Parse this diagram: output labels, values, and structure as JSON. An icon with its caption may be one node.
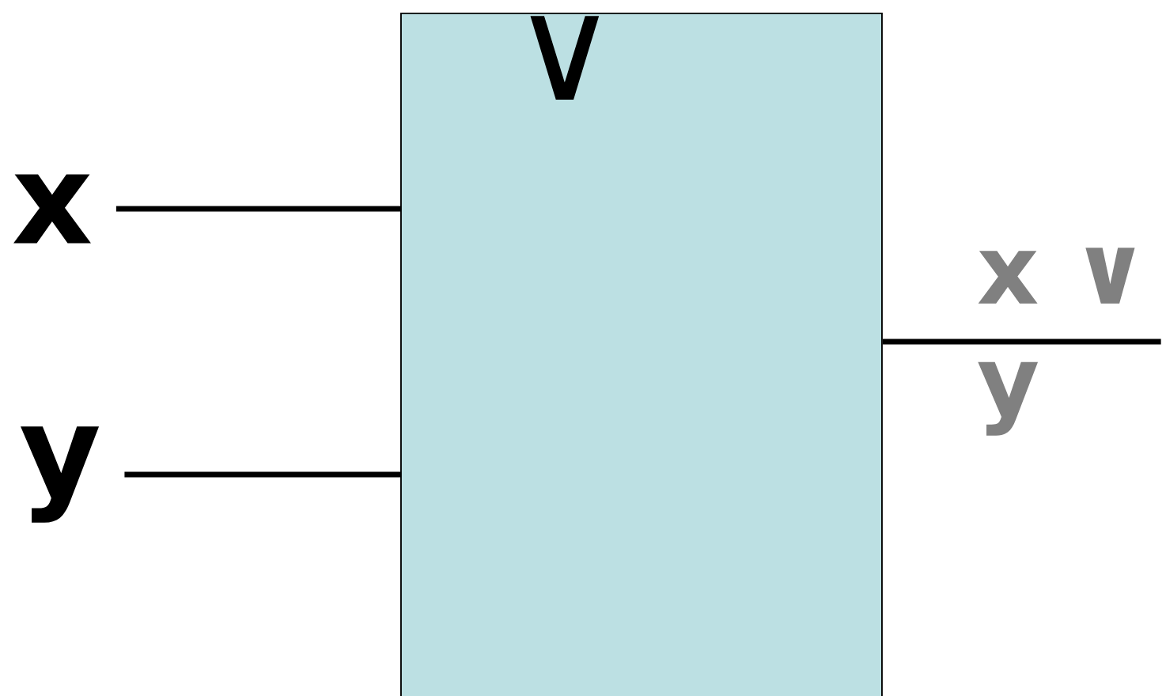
{
  "diagram": {
    "nodes": [
      {
        "text": [
          "x"
        ]
      },
      {
        "text": [
          "y"
        ]
      },
      {
        "text": [
          "∨"
        ]
      },
      {
        "text": [
          "x ∨ y"
        ]
      }
    ],
    "edges": [
      {
        "from": 0,
        "to": 2,
        "arrow": "none"
      },
      {
        "from": 1,
        "to": 2,
        "arrow": "none"
      },
      {
        "from": 2,
        "to": 3,
        "arrow": "none"
      }
    ]
  }
}
